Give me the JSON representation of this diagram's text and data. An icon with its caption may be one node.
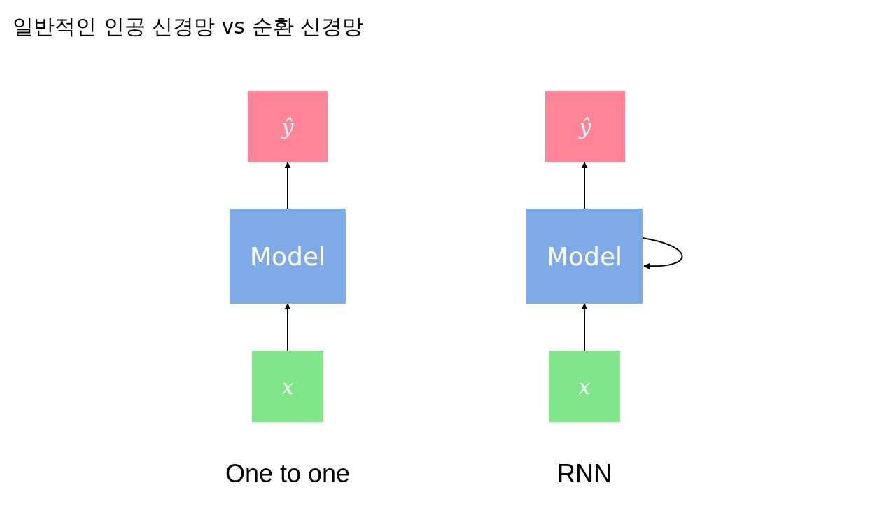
{
  "diagram": {
    "title": "일반적인 인공 신경망 vs 순환 신경망",
    "nodes": [
      {
        "text": [
          "ŷ"
        ]
      },
      {
        "text": [
          "Model"
        ]
      },
      {
        "text": [
          "x"
        ]
      },
      {
        "text": [
          "ŷ"
        ]
      },
      {
        "text": [
          "Model"
        ]
      },
      {
        "text": [
          "x"
        ]
      }
    ],
    "edges": [
      {
        "from": 2,
        "to": 1,
        "arrow": "to"
      },
      {
        "from": 1,
        "to": 0,
        "arrow": "to"
      },
      {
        "from": 5,
        "to": 4,
        "arrow": "to"
      },
      {
        "from": 4,
        "to": 3,
        "arrow": "to"
      },
      {
        "from": 4,
        "to": 4,
        "arrow": "to"
      }
    ],
    "labels": [
      "One to one",
      "RNN"
    ]
  }
}
